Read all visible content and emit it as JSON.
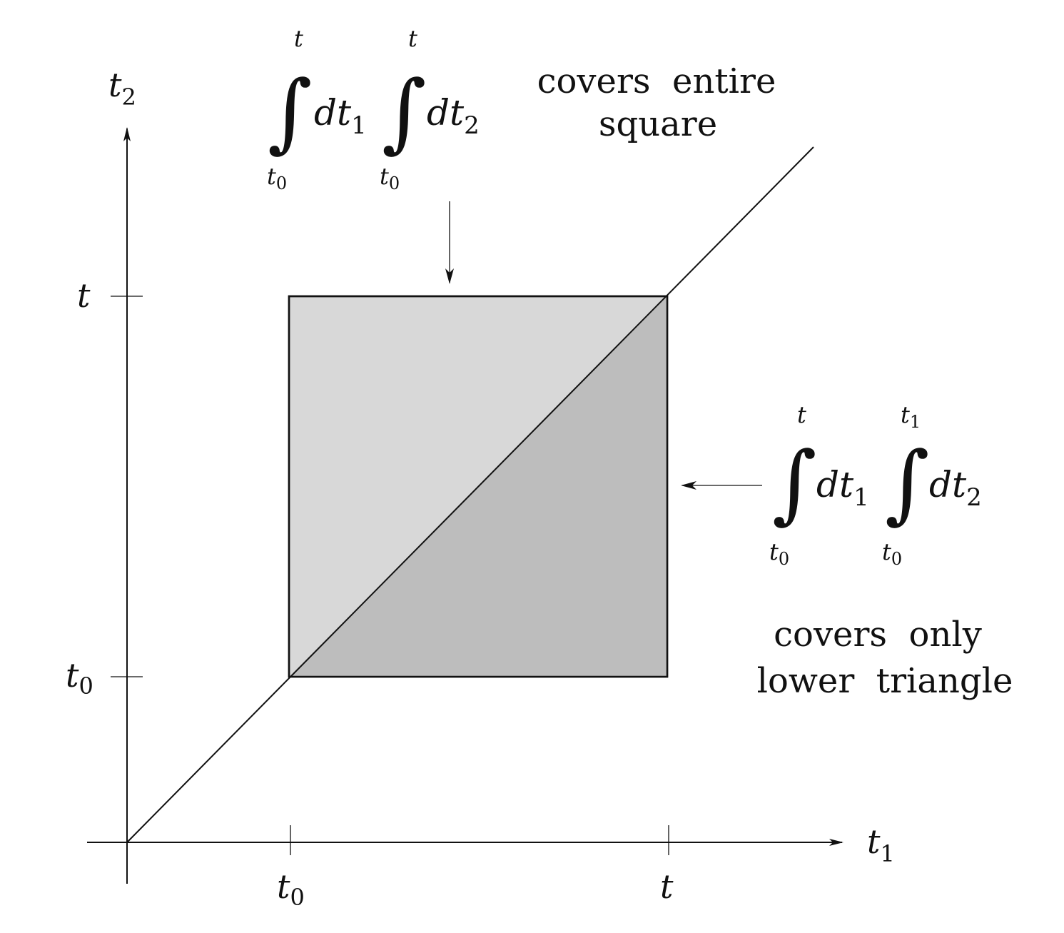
{
  "axes": {
    "x_label": "t",
    "x_label_sub": "1",
    "y_label": "t",
    "y_label_sub": "2",
    "x_ticks": [
      {
        "base": "t",
        "sub": "0"
      },
      {
        "base": "t",
        "sub": ""
      }
    ],
    "y_ticks": [
      {
        "base": "t",
        "sub": ""
      },
      {
        "base": "t",
        "sub": "0"
      }
    ]
  },
  "top_integral": {
    "first": {
      "upper": "t",
      "lower": "t",
      "lower_sub": "0",
      "d": "dt",
      "d_sub": "1"
    },
    "second": {
      "upper": "t",
      "lower": "t",
      "lower_sub": "0",
      "d": "dt",
      "d_sub": "2"
    },
    "caption_line1": "covers  entire",
    "caption_line2": "square"
  },
  "right_integral": {
    "first": {
      "upper": "t",
      "lower": "t",
      "lower_sub": "0",
      "d": "dt",
      "d_sub": "1"
    },
    "second": {
      "upper": "t",
      "upper_sub": "1",
      "lower": "t",
      "lower_sub": "0",
      "d": "dt",
      "d_sub": "2"
    },
    "caption_line1": "covers  only",
    "caption_line2": "lower  triangle"
  },
  "colors": {
    "square_fill": "#d8d8d8",
    "triangle_fill": "#bdbdbd",
    "ink": "#111111"
  }
}
